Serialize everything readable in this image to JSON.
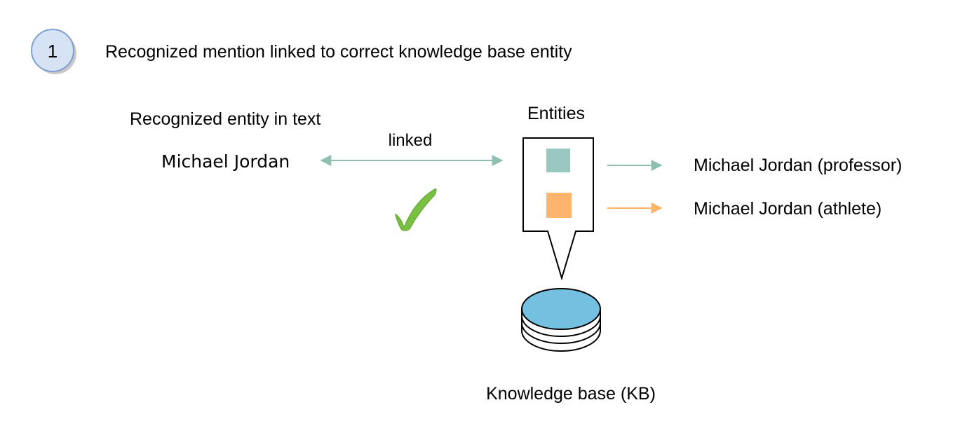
{
  "step": {
    "number": "1",
    "title": "Recognized mention linked to correct knowledge base entity"
  },
  "mention": {
    "heading": "Recognized entity in text",
    "text": "Michael Jordan"
  },
  "link": {
    "label": "linked",
    "status": "correct",
    "check_icon": "checkmark-icon",
    "color": "#8fbfb3"
  },
  "entities": {
    "heading": "Entities",
    "items": [
      {
        "label": "Michael Jordan (professor)",
        "color": "#9ac7bf",
        "arrow_color": "#8fbfb3"
      },
      {
        "label": "Michael Jordan (athlete)",
        "color": "#fdb46c",
        "arrow_color": "#ffb366"
      }
    ]
  },
  "kb": {
    "label": "Knowledge base (KB)",
    "icon": "database-icon",
    "top_color": "#73c0e0"
  },
  "colors": {
    "badge_fill": "#d5e3f5",
    "badge_stroke": "#7f9fd0",
    "check": "#7ac143"
  }
}
